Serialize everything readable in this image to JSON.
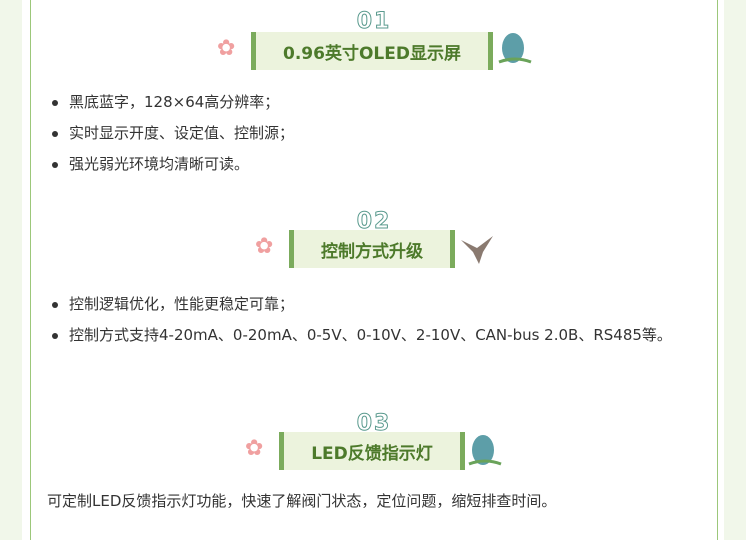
{
  "sections": [
    {
      "number": "01",
      "title": "0.96英寸OLED显示屏",
      "items": [
        "黑底蓝字，128×64高分辨率；",
        "实时显示开度、设定值、控制源；",
        "强光弱光环境均清晰可读。"
      ]
    },
    {
      "number": "02",
      "title": "控制方式升级",
      "items": [
        "控制逻辑优化，性能更稳定可靠；",
        "控制方式支持4-20mA、0-20mA、0-5V、0-10V、2-10V、CAN-bus 2.0B、RS485等。"
      ]
    },
    {
      "number": "03",
      "title": "LED反馈指示灯",
      "paragraph": "可定制LED反馈指示灯功能，快速了解阀门状态，定位问题，缩短排查时间。"
    }
  ],
  "colors": {
    "accent": "#7bab5c",
    "title_text": "#4d7a2b",
    "title_bg": "#ecf3dd",
    "page_bg": "#f1f7ea"
  }
}
